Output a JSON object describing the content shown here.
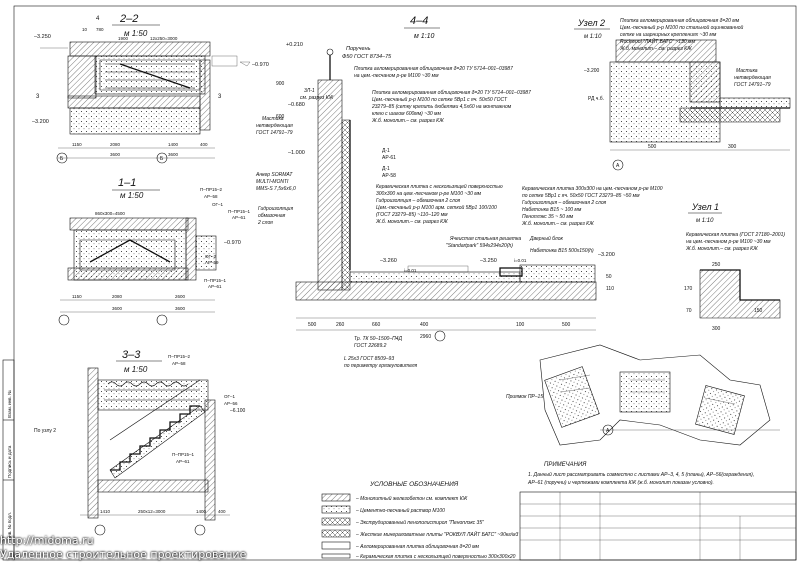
{
  "sections": {
    "s22": {
      "title": "2–2",
      "scale": "м 1:50"
    },
    "s11": {
      "title": "1–1",
      "scale": "м 1:50"
    },
    "s33": {
      "title": "3–3",
      "scale": "м 1:50"
    },
    "s44": {
      "title": "4–4",
      "scale": "м 1:10"
    },
    "u2": {
      "title": "Узел 2",
      "scale": "м 1:10"
    },
    "u1": {
      "title": "Узел 1",
      "scale": "м 1:10"
    }
  },
  "levels": {
    "l_m3250": "–3.250",
    "l_m3200": "–3.200",
    "l_m0970": "–0.970",
    "l_p0210": "+0.210",
    "l_m0680": "–0.680",
    "l_m1000": "–1.000",
    "l_m3260": "–3.260",
    "l_m3250b": "–3.250",
    "l_m3200u1": "–3.200",
    "l_m0970b": "–0.970",
    "l_m3200u2": "–3.200"
  },
  "s44_notes": {
    "handrail": "Поручень",
    "handrail_std": "Ф50 ГОСТ 8734–75",
    "tile1": "Плитка агломерированная облицовочная δ=20 ТУ 5714–001–03987",
    "tile1b": "на цем.-песчаном р-ре М100 ~30 мм",
    "tile2": "Плитка агломерированная облицовочная δ=20 ТУ 5714–001–03987",
    "tile2b": "Цем.-песчаный р-р М100 по сетке 5Вр1 с яч. 50х50 ГОСТ",
    "tile2c": "23279–85 (сетку крепить дюбелями 4,5х60 на монтажном",
    "tile2d": "клею с шагом 600мм) ~30 мм",
    "tile2e": "Ж.б. монолит.– см. разрез КЖ",
    "cut_ref": "3Л-1",
    "cut_ref2": "см. разрез КЖ",
    "mastic": "Мастика",
    "mastic2": "нетвердеющая",
    "mastic3": "ГОСТ 14791–79",
    "anchor": "Анкер SORMAT",
    "anchor2": "MULTI-MONTI",
    "anchor3": "MMS-S 7,5х6х6,0",
    "hydro": "Гидроизоляция",
    "hydro2": "обмазочная",
    "hydro3": "2 слоя",
    "tile3": "Керамическая плитка с нескользящей поверхностью",
    "tile3b": "300х300 на цем.-песчаном р-ре М100 ~30 мм",
    "tile3c": "Гидроизоляция – обмазочная 2 слоя",
    "tile3d": "Цем.-песчаный р-р М100 арм. сеткой 5Вр1 100/100",
    "tile3e": "(ГОСТ 23279–85) ~110–120 мм",
    "tile3f": "Ж.б. монолит.– см. разрез КЖ",
    "grate": "Ячеистая стальная решетка",
    "grate2": "\"Standartpark\" 594х294х20(h)",
    "tile4": "Керамическая плитка 300х300 на цем.-песчаном р-ре М100",
    "tile4b": "по сетке 5Вр1 с яч. 50х50 ГОСТ 23279–85 ~50 мм",
    "tile4c": "Гидроизоляция – обмазочная 2 слоя",
    "tile4d": "Набетонка В15 ~ 100 мм",
    "tile4e": "Пеноплэкс 35 ~ 50 мм",
    "tile4f": "Ж.б. монолит.– см. разрез КЖ",
    "drain": "Дверный блок",
    "drain2": "Набетонка В15 500х150(h)",
    "pipe": "Тр. ТК 50–1500–П4Д",
    "pipe2": "ГОСТ 22689.2",
    "angle": "L 25х3 ГОСТ 8509–93",
    "angle2": "по периметру грязеуловителя",
    "marks": [
      "Д-1",
      "АР-61",
      "Д-1",
      "АР-58"
    ],
    "dims_bottom": [
      "500",
      "260",
      "660",
      "400",
      "2960",
      "100",
      "500"
    ],
    "dims_vert": [
      "900",
      "600",
      "110",
      "50"
    ],
    "slope1": "i=0.01",
    "slope2": "i=0.01"
  },
  "u2_notes": {
    "l1": "Плитка агломерированная облицовочная δ=20 мм",
    "l2": "Цем.-песчаный р-р М100 по стальной оцинкованной",
    "l3": "сетке на шарнирных креплениях ~30 мм",
    "l4": "Rockwool \"ЛАЙТ БАТС\" ~130 мм",
    "l5": "Ж.б. монолит.– см. разрез КЖ",
    "m1": "Мастика",
    "m2": "нетвердеющая",
    "m3": "ГОСТ 14791–79",
    "dims": [
      "500",
      "300"
    ],
    "ref": "РД ч.б.",
    "axis": "А"
  },
  "u1_notes": {
    "l1": "Керамическая плитка (ГОСТ 27180–2001)",
    "l2": "на цем.-песчаном р-ре М100 ~30 мм",
    "l3": "Ж.б. монолит.– см. разрез КЖ",
    "dims": [
      "250",
      "170",
      "70",
      "300",
      "150"
    ]
  },
  "s22": {
    "dims_top": [
      "10",
      "780",
      "1900",
      "12х250=3000"
    ],
    "dims_bottom": [
      "1150",
      "2080",
      "3600",
      "1400",
      "400",
      "3600"
    ],
    "axes": [
      "Б",
      "Б"
    ],
    "marks": [
      "4",
      "3",
      "3"
    ]
  },
  "s11": {
    "top_dims": [
      "860х300=4500"
    ],
    "marks": [
      "П–ПР15–2",
      "АР–58",
      "ОГ–1",
      "П–ПР15–1",
      "АР–61",
      "ОГ–2",
      "АР–59",
      "П–ПР15–1",
      "АР–61"
    ],
    "dims_bottom": [
      "1150",
      "2080",
      "3600",
      "2600",
      "3600"
    ]
  },
  "s33": {
    "marks": [
      "П–ПР15–2",
      "АР–58",
      "ОГ–1",
      "АР–56",
      "П–ПР15–1",
      "АР–61"
    ],
    "to_node": "По узлу 2",
    "dims_bottom": [
      "1410",
      "250х12=3000",
      "1400",
      "400"
    ],
    "level": "–6.100"
  },
  "legend": {
    "title": "УСЛОВНЫЕ ОБОЗНАЧЕНИЯ",
    "items": [
      "– Монолитный железобетон см. комплект КЖ",
      "– Цементно-песчаный раствор М100",
      "– Экструдированный пенополистирол \"Пеноплэкс 35\"",
      "– Жесткие минераловатные плиты \"РОКВУЛ ЛАЙТ БАТС\" ~90кг/м3",
      "– Агломерированная плитка облицовочная δ=20 мм",
      "– Керамическая плитка с нескользящей поверхностью 300х300х20"
    ]
  },
  "notes": {
    "title": "ПРИМЕЧАНИЯ",
    "n1": "1. Данный лист рассматривать совместно с листами АР–3, 4, 5 (планы), АР–56(ограждения),",
    "n2": "АР–61 (поручни) и чертежами комплекта КЖ (ж.б. монолит показан условно)."
  },
  "plan": {
    "label": "Приямок ПР–15",
    "axis": "А"
  },
  "side_strip": [
    "Взам. инв. №",
    "Подпись и дата",
    "Инв. № подл."
  ],
  "watermark": {
    "url": "http://midoma.ru",
    "caption": "Удаленное строительное проектирование"
  }
}
